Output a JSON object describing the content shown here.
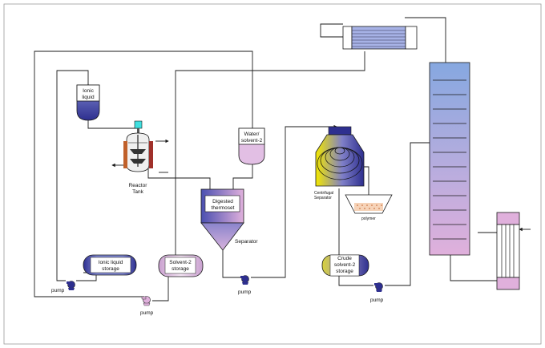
{
  "labels": {
    "ionic_liquid_tank": [
      "Ionic",
      "liquid"
    ],
    "reactor": [
      "Reactor",
      "Tank"
    ],
    "water_solvent_tank": [
      "Water/",
      "solvent-2"
    ],
    "digested_thermoset": [
      "Digested",
      "thermoset"
    ],
    "separator": "Separator",
    "centrifugal_separator": [
      "Centrifugal",
      "Separator"
    ],
    "polymer": "polymer",
    "ionic_liquid_storage": [
      "Ionic liquid",
      "storage"
    ],
    "solvent2_storage": [
      "Solvent-2",
      "storage"
    ],
    "crude_solvent2_storage": [
      "Crude",
      "solvent-2",
      "storage"
    ],
    "pump_1": "pump",
    "pump_2": "pump",
    "pump_3": "pump",
    "pump_4": "pump"
  },
  "colors": {
    "pipe": "#1a1a1a",
    "navy": "#2e2f8f",
    "lavender": "#d8b8dc",
    "column_top": "#86a8e0",
    "column_bottom": "#e0b0dc",
    "reactor_heater": "#c0602a",
    "motor": "#40e0e0",
    "yellow": "#f3e800"
  }
}
